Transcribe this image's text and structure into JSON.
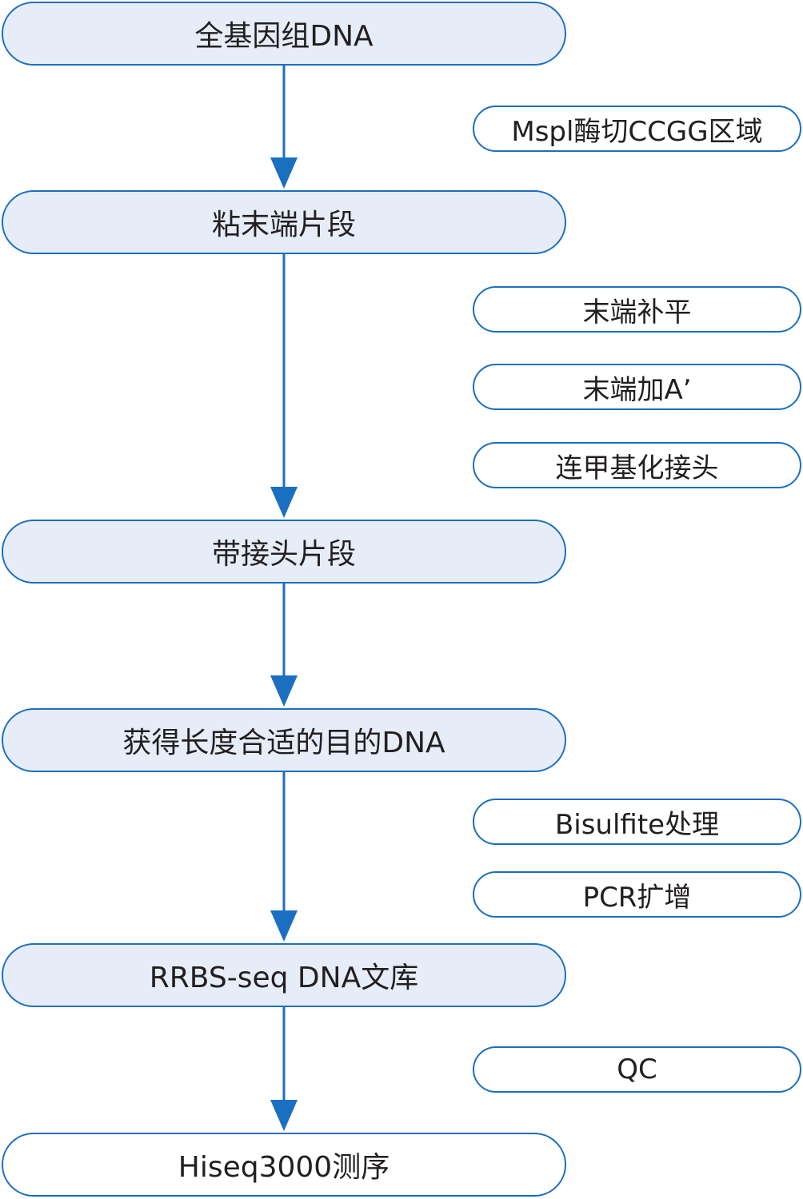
{
  "colors": {
    "border": "#1a6fc0",
    "arrow": "#1a6fc0",
    "main_fill": "#e6edf8",
    "text": "#231f20"
  },
  "flow": {
    "main_steps": [
      "全基因组DNA",
      "粘末端片段",
      "带接头片段",
      "获得长度合适的目的DNA",
      "RRBS-seq DNA文库",
      "Hiseq3000测序"
    ],
    "side_steps": [
      "Mspl酶切CCGG区域",
      "末端补平",
      "末端加A’",
      "连甲基化接头",
      "Bisulfite处理",
      "PCR扩增",
      "QC"
    ]
  }
}
